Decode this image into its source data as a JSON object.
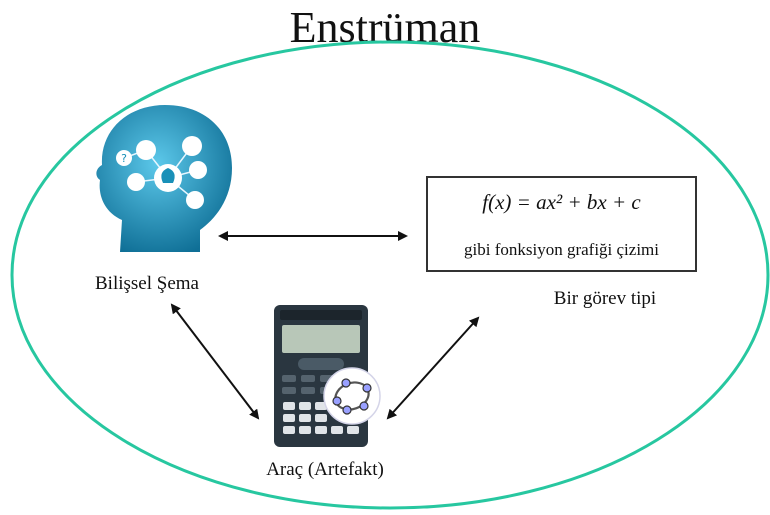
{
  "title": "Enstrüman",
  "nodes": {
    "schema": {
      "label": "Bilişsel Şema",
      "icon": "head-with-knowledge-icons"
    },
    "task": {
      "label": "Bir görev tipi",
      "formula": "f(x) = ax² + bx + c",
      "description": "gibi fonksiyon grafiği çizimi"
    },
    "tool": {
      "label": "Araç (Artefakt)",
      "icon": "calculator-with-geogebra-icon"
    }
  },
  "connections": [
    {
      "from": "schema",
      "to": "task",
      "type": "bidirectional"
    },
    {
      "from": "schema",
      "to": "tool",
      "type": "bidirectional"
    },
    {
      "from": "task",
      "to": "tool",
      "type": "bidirectional"
    }
  ],
  "colors": {
    "ellipse": "#27c7a0",
    "head": "#1990b8",
    "calculator": "#2a3640",
    "geogebra": "#99a0ff",
    "arrow": "#111111"
  }
}
